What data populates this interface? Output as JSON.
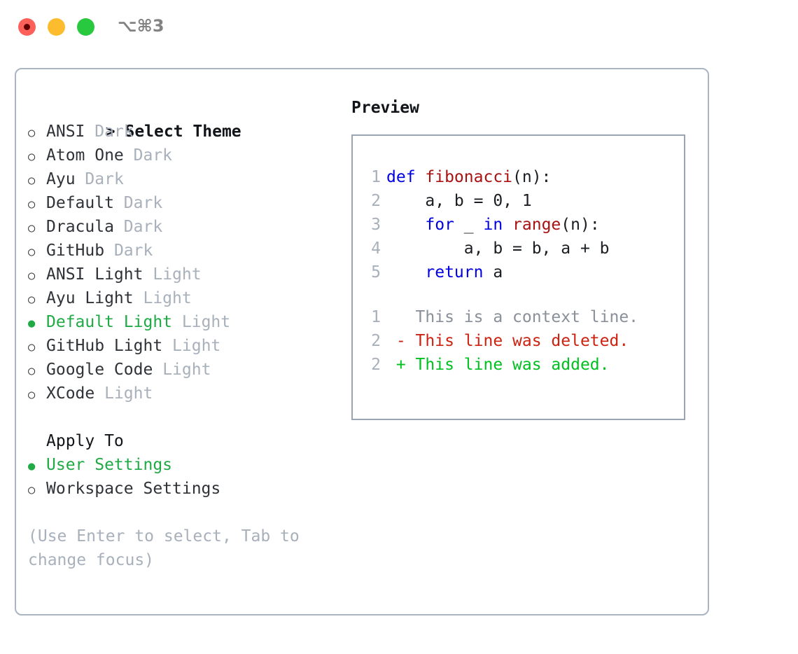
{
  "titlebar": {
    "shortcut": "⌥⌘3",
    "traffic_lights": [
      "close-dot",
      "minimize-dot",
      "maximize-dot"
    ],
    "colors": {
      "red": "#fc6058",
      "yellow": "#fdbc2e",
      "green": "#28c93f"
    }
  },
  "theme_list": {
    "header": "> Select Theme",
    "items": [
      {
        "bullet": "○",
        "name": "ANSI",
        "tag": "Dark",
        "selected": false
      },
      {
        "bullet": "○",
        "name": "Atom One",
        "tag": "Dark",
        "selected": false
      },
      {
        "bullet": "○",
        "name": "Ayu",
        "tag": "Dark",
        "selected": false
      },
      {
        "bullet": "○",
        "name": "Default",
        "tag": "Dark",
        "selected": false
      },
      {
        "bullet": "○",
        "name": "Dracula",
        "tag": "Dark",
        "selected": false
      },
      {
        "bullet": "○",
        "name": "GitHub",
        "tag": "Dark",
        "selected": false
      },
      {
        "bullet": "○",
        "name": "ANSI Light",
        "tag": "Light",
        "selected": false
      },
      {
        "bullet": "○",
        "name": "Ayu Light",
        "tag": "Light",
        "selected": false
      },
      {
        "bullet": "●",
        "name": "Default Light",
        "tag": "Light",
        "selected": true
      },
      {
        "bullet": "○",
        "name": "GitHub Light",
        "tag": "Light",
        "selected": false
      },
      {
        "bullet": "○",
        "name": "Google Code",
        "tag": "Light",
        "selected": false
      },
      {
        "bullet": "○",
        "name": "XCode",
        "tag": "Light",
        "selected": false
      }
    ]
  },
  "apply_to": {
    "title": "Apply To",
    "items": [
      {
        "bullet": "●",
        "name": "User Settings",
        "selected": true
      },
      {
        "bullet": "○",
        "name": "Workspace Settings",
        "selected": false
      }
    ]
  },
  "hint": "(Use Enter to select, Tab to change focus)",
  "preview": {
    "title": "Preview",
    "code_lines": [
      {
        "num": "1",
        "segments": [
          {
            "text": "def ",
            "style": "kw"
          },
          {
            "text": "fibonacci",
            "style": "fn"
          },
          {
            "text": "(n):",
            "style": "pl"
          }
        ]
      },
      {
        "num": "2",
        "segments": [
          {
            "text": "    a, b = 0, 1",
            "style": "pl"
          }
        ]
      },
      {
        "num": "3",
        "segments": [
          {
            "text": "    ",
            "style": "pl"
          },
          {
            "text": "for",
            "style": "kw"
          },
          {
            "text": " _ ",
            "style": "pl"
          },
          {
            "text": "in",
            "style": "kw"
          },
          {
            "text": " ",
            "style": "pl"
          },
          {
            "text": "range",
            "style": "fn"
          },
          {
            "text": "(n):",
            "style": "pl"
          }
        ]
      },
      {
        "num": "4",
        "segments": [
          {
            "text": "        a, b = b, a + b",
            "style": "pl"
          }
        ]
      },
      {
        "num": "5",
        "segments": [
          {
            "text": "    ",
            "style": "pl"
          },
          {
            "text": "return",
            "style": "kw"
          },
          {
            "text": " a",
            "style": "pl"
          }
        ]
      }
    ],
    "diff_lines": [
      {
        "num": "1",
        "text": "   This is a context line.",
        "style": "ctx"
      },
      {
        "num": "2",
        "text": " - This line was deleted.",
        "style": "del"
      },
      {
        "num": "2",
        "text": " + This line was added.",
        "style": "add"
      }
    ],
    "colors": {
      "keyword": "#0000e0",
      "function": "#aa1111",
      "plain": "#1a1d21",
      "line_number": "#a8b0bb",
      "context": "#8a9099",
      "deleted": "#cc2211",
      "added": "#00c020"
    }
  },
  "accent": {
    "green": "#1faa45",
    "muted": "#a8b0bb",
    "border": "#aab4c2"
  }
}
